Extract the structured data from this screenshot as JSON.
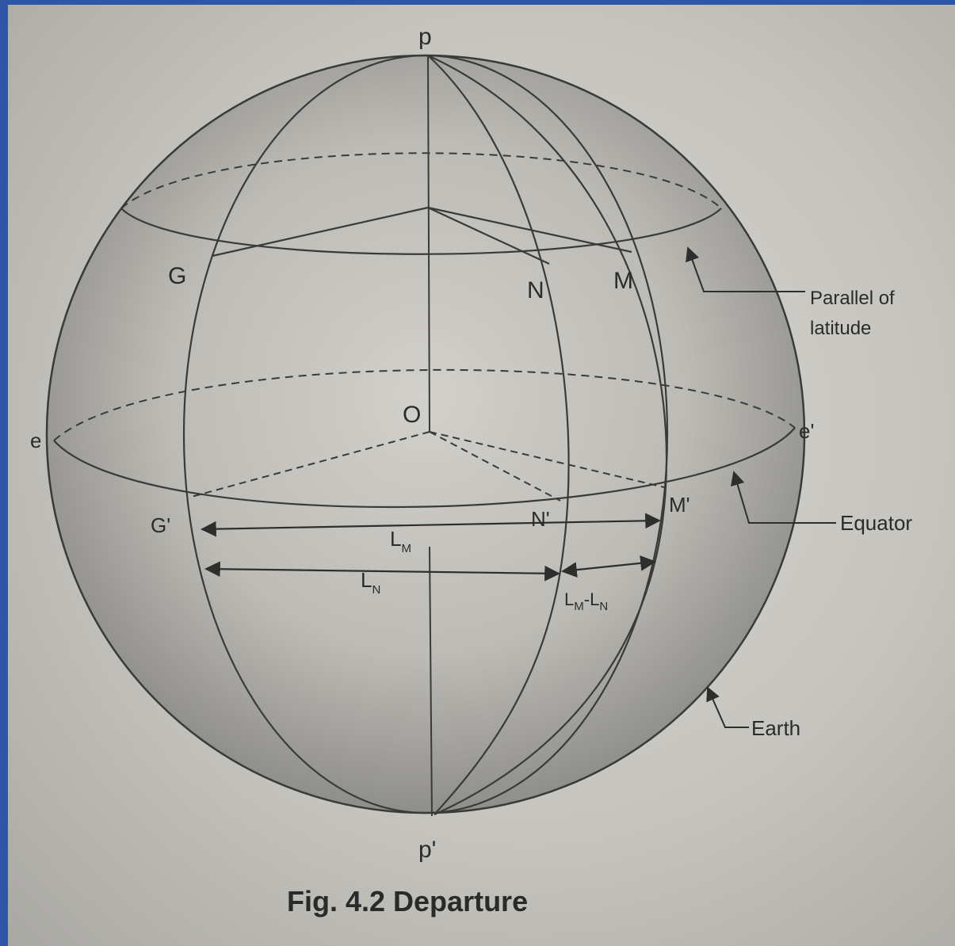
{
  "labels": {
    "north_pole": "p",
    "south_pole": "p'",
    "center": "O",
    "point_g": "G",
    "point_n": "N",
    "point_m": "M",
    "point_e": "e",
    "point_e_prime": "e'",
    "point_g_prime": "G'",
    "point_n_prime": "N'",
    "point_m_prime": "M'",
    "l_m": "L",
    "l_m_sub": "M",
    "l_n": "L",
    "l_n_sub": "N",
    "diff_l1": "L",
    "diff_sub1": "M",
    "diff_dash": "-",
    "diff_l2": "L",
    "diff_sub2": "N"
  },
  "callouts": {
    "parallel_line1": "Parallel of",
    "parallel_line2": "latitude",
    "equator": "Equator",
    "earth": "Earth"
  },
  "caption": "Fig. 4.2 Departure",
  "colors": {
    "background": "#2f56a6",
    "sphere_light": "#cfcdc7",
    "sphere_dark": "#8e8d89",
    "line": "#3a3a3a"
  }
}
